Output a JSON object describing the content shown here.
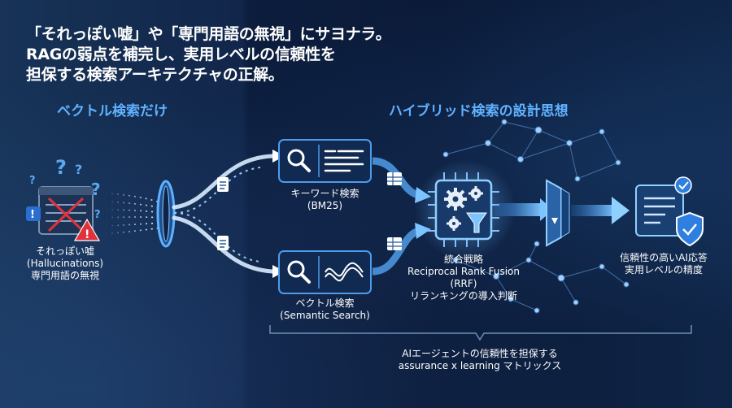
{
  "headline": {
    "line1": "「それっぽい嘘」や「専門用語の無視」にサヨナラ。",
    "line2": "RAGの弱点を補完し、実用レベルの信頼性を",
    "line3": "担保する検索アーキテクチャの正解。"
  },
  "left_section": {
    "title": "ベクトル検索だけ",
    "problem_label": [
      "それっぽい嘘",
      "(Hallucinations)",
      "専門用語の無視"
    ]
  },
  "right_section": {
    "title": "ハイブリッド検索の設計思想",
    "keyword_search": [
      "キーワード検索",
      "(BM25)"
    ],
    "vector_search": [
      "ベクトル検索",
      "(Semantic Search)"
    ],
    "integration": [
      "統合戦略",
      "Reciprocal Rank Fusion",
      "(RRF)",
      "リランキングの導入判断"
    ],
    "result": [
      "信頼性の高いAI応答",
      "実用レベルの精度"
    ],
    "footer": [
      "AIエージェントの信頼性を担保する",
      "assurance x learning マトリックス"
    ]
  },
  "colors": {
    "accent_blue": "#5fb2ff",
    "warning_red": "#e0323a",
    "question_blue": "#5aa8f0"
  },
  "icons": [
    "question-mark-icon",
    "warning-icon",
    "document-cross-icon",
    "lens-ring-icon",
    "document-icon",
    "search-icon",
    "text-lines-icon",
    "wave-icon",
    "table-icon",
    "gear-chip-icon",
    "funnel-icon",
    "prism-icon",
    "shield-check-icon"
  ]
}
